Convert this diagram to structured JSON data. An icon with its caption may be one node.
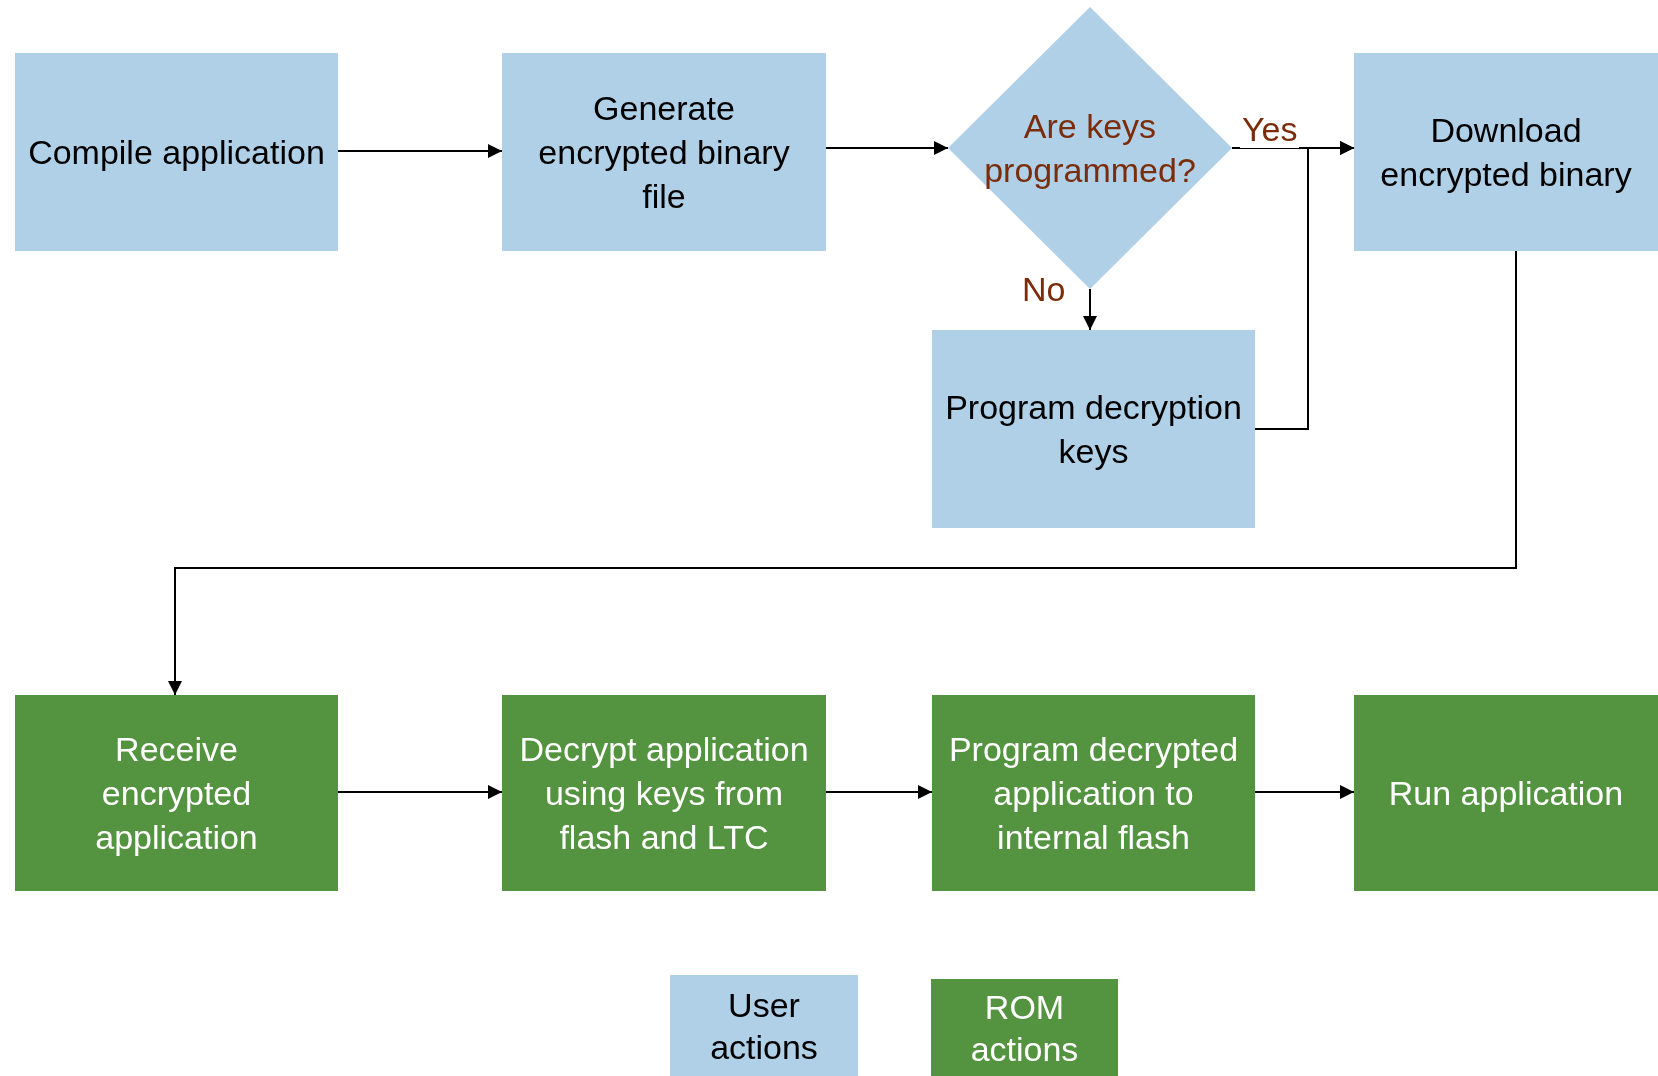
{
  "diagram": {
    "nodes": [
      {
        "text": [
          "Compile application"
        ]
      },
      {
        "text": [
          "Generate encrypted binary file"
        ]
      },
      {
        "text": [
          "Are keys programmed?"
        ]
      },
      {
        "text": [
          "Download encrypted binary"
        ]
      },
      {
        "text": [
          "Program decryption keys"
        ]
      },
      {
        "text": [
          "Receive encrypted application"
        ]
      },
      {
        "text": [
          "Decrypt application using keys from flash and LTC"
        ]
      },
      {
        "text": [
          "Program decrypted application to internal flash"
        ]
      },
      {
        "text": [
          "Run application"
        ]
      }
    ],
    "edges": [
      {
        "from": 0,
        "to": 1,
        "arrow": "to"
      },
      {
        "from": 1,
        "to": 2,
        "arrow": "to"
      },
      {
        "from": 2,
        "to": 3,
        "arrow": "to",
        "label": "Yes"
      },
      {
        "from": 2,
        "to": 4,
        "arrow": "to",
        "label": "No"
      },
      {
        "from": 4,
        "to": 3,
        "arrow": "to"
      },
      {
        "from": 3,
        "to": 5,
        "arrow": "to"
      },
      {
        "from": 5,
        "to": 6,
        "arrow": "to"
      },
      {
        "from": 6,
        "to": 7,
        "arrow": "to"
      },
      {
        "from": 7,
        "to": 8,
        "arrow": "to"
      }
    ],
    "legend": [
      {
        "text": "User actions",
        "color": "#b0d0e8"
      },
      {
        "text": "ROM actions",
        "color": "#54933f"
      }
    ]
  }
}
